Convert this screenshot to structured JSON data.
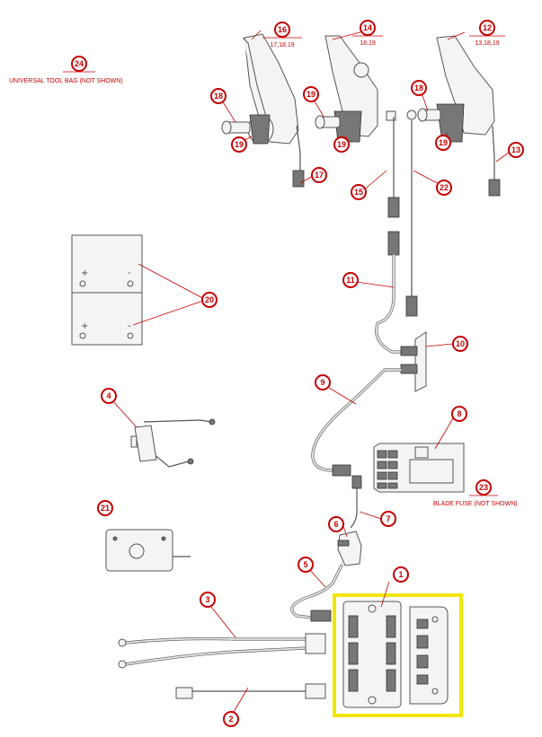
{
  "callouts": [
    {
      "id": "1",
      "sub": ""
    },
    {
      "id": "2",
      "sub": ""
    },
    {
      "id": "3",
      "sub": ""
    },
    {
      "id": "4",
      "sub": ""
    },
    {
      "id": "5",
      "sub": ""
    },
    {
      "id": "6",
      "sub": ""
    },
    {
      "id": "7",
      "sub": ""
    },
    {
      "id": "8",
      "sub": ""
    },
    {
      "id": "9",
      "sub": ""
    },
    {
      "id": "10",
      "sub": ""
    },
    {
      "id": "11",
      "sub": ""
    },
    {
      "id": "12",
      "sub": "13,18,19"
    },
    {
      "id": "13",
      "sub": ""
    },
    {
      "id": "14",
      "sub": "18,19"
    },
    {
      "id": "15",
      "sub": ""
    },
    {
      "id": "16",
      "sub": "17,18,19"
    },
    {
      "id": "17",
      "sub": ""
    },
    {
      "id": "18a",
      "label": "18",
      "sub": ""
    },
    {
      "id": "18b",
      "label": "18",
      "sub": ""
    },
    {
      "id": "19a",
      "label": "19",
      "sub": ""
    },
    {
      "id": "19b",
      "label": "19",
      "sub": ""
    },
    {
      "id": "19c",
      "label": "19",
      "sub": ""
    },
    {
      "id": "19d",
      "label": "19",
      "sub": ""
    },
    {
      "id": "20",
      "sub": ""
    },
    {
      "id": "21",
      "sub": ""
    },
    {
      "id": "22",
      "sub": ""
    },
    {
      "id": "23",
      "sub": ""
    },
    {
      "id": "24",
      "sub": ""
    }
  ],
  "notes": {
    "tool_bag": "UNIVERSAL TOOL BAG (NOT SHOWN)",
    "blade_fuse": "BLADE FUSE (NOT SHOWN)"
  },
  "battery": {
    "plus": "+",
    "minus": "-"
  },
  "colors": {
    "callout": "#c40000",
    "highlight": "#f2e600",
    "part_stroke": "#555555"
  }
}
